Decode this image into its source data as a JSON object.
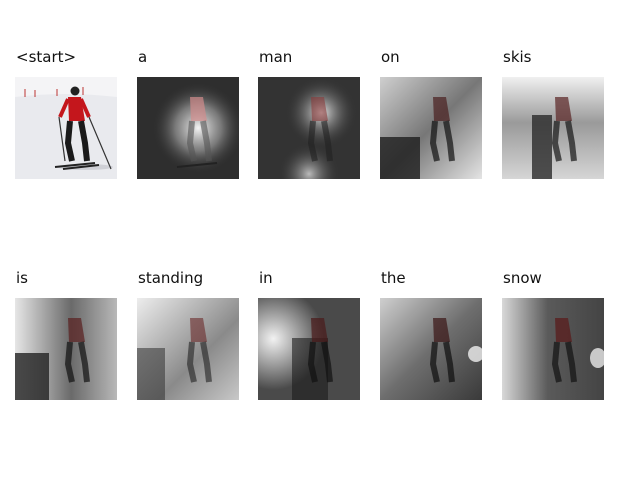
{
  "figure": {
    "base_image": "skier-red-jacket-on-snow",
    "panels": [
      {
        "word": "<start>",
        "overlay": "none"
      },
      {
        "word": "a",
        "overlay": "attention-on-skier-body"
      },
      {
        "word": "man",
        "overlay": "attention-on-skier-upper-body"
      },
      {
        "word": "on",
        "overlay": "attention-on-snow-and-legs"
      },
      {
        "word": "skis",
        "overlay": "attention-on-background-and-skis"
      },
      {
        "word": "is",
        "overlay": "attention-on-left-background"
      },
      {
        "word": "standing",
        "overlay": "attention-on-background-left"
      },
      {
        "word": "in",
        "overlay": "attention-diffuse-left"
      },
      {
        "word": "the",
        "overlay": "attention-diffuse-background"
      },
      {
        "word": "snow",
        "overlay": "attention-on-snow-right"
      }
    ]
  }
}
